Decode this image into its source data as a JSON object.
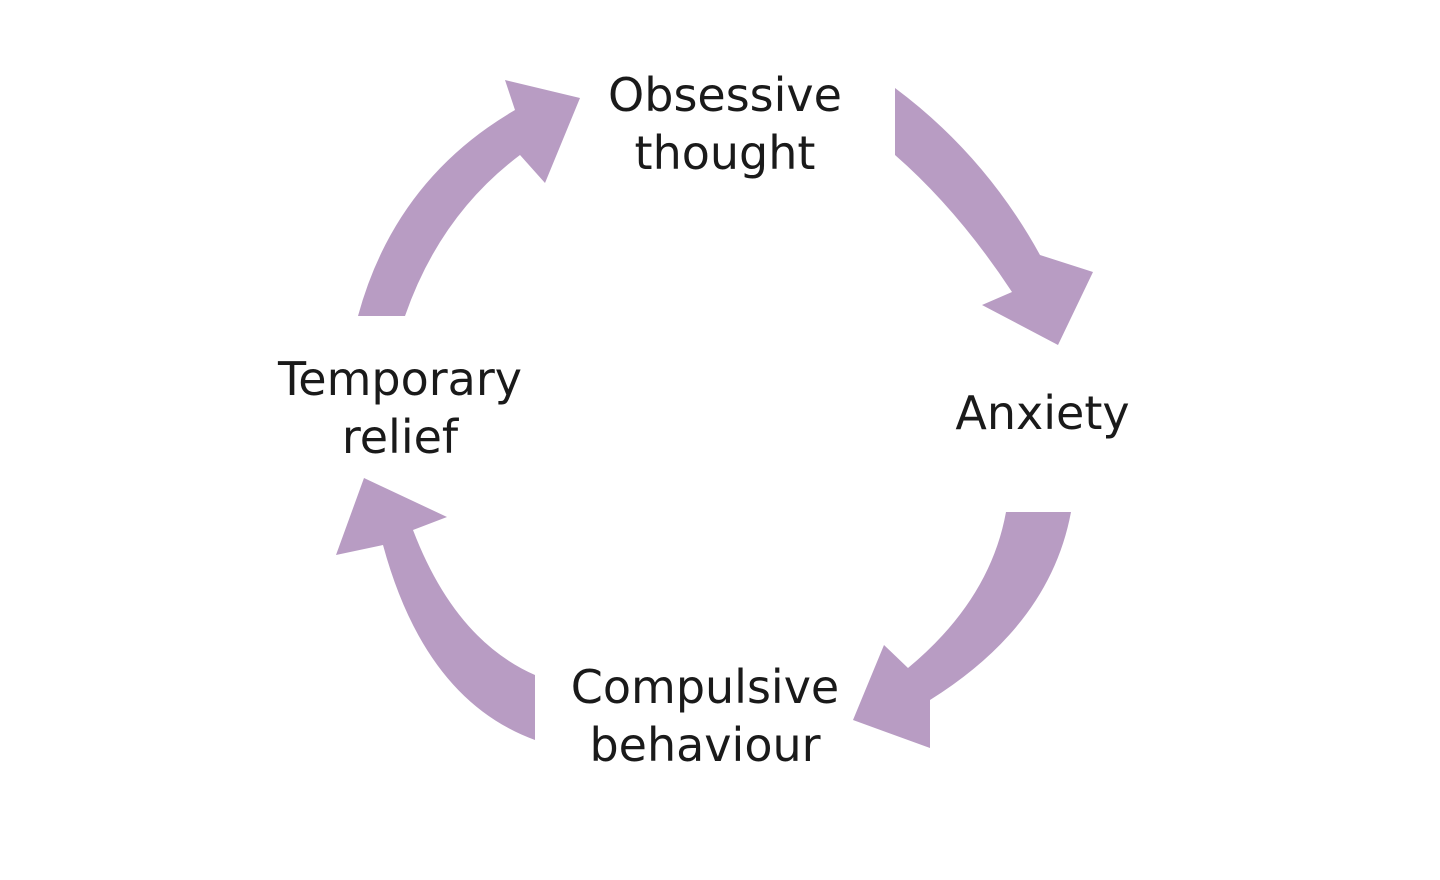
{
  "colors": {
    "arrow_fill": "#b89cc3",
    "text": "#1a1a1a",
    "background": "#ffffff"
  },
  "cycle": {
    "nodes": [
      {
        "id": "obsessive-thought",
        "lines": [
          "Obsessive",
          "thought"
        ]
      },
      {
        "id": "anxiety",
        "lines": [
          "Anxiety"
        ]
      },
      {
        "id": "compulsive-behaviour",
        "lines": [
          "Compulsive",
          "behaviour"
        ]
      },
      {
        "id": "temporary-relief",
        "lines": [
          "Temporary",
          "relief"
        ]
      }
    ],
    "edges": [
      {
        "from": "obsessive-thought",
        "to": "anxiety"
      },
      {
        "from": "anxiety",
        "to": "compulsive-behaviour"
      },
      {
        "from": "compulsive-behaviour",
        "to": "temporary-relief"
      },
      {
        "from": "temporary-relief",
        "to": "obsessive-thought"
      }
    ]
  }
}
